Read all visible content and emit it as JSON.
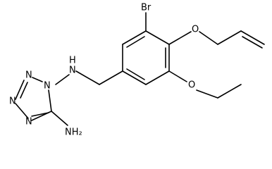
{
  "molecule": {
    "atom_labels": {
      "bromine": "Br",
      "ether_oxygen_allyl": "O",
      "ether_oxygen_ethyl": "O",
      "amine_nh": "N",
      "amine_h": "H",
      "tetrazole_n1": "N",
      "tetrazole_n2": "N",
      "tetrazole_n3": "N",
      "tetrazole_n4": "N",
      "amino_nh2": "NH₂"
    }
  }
}
